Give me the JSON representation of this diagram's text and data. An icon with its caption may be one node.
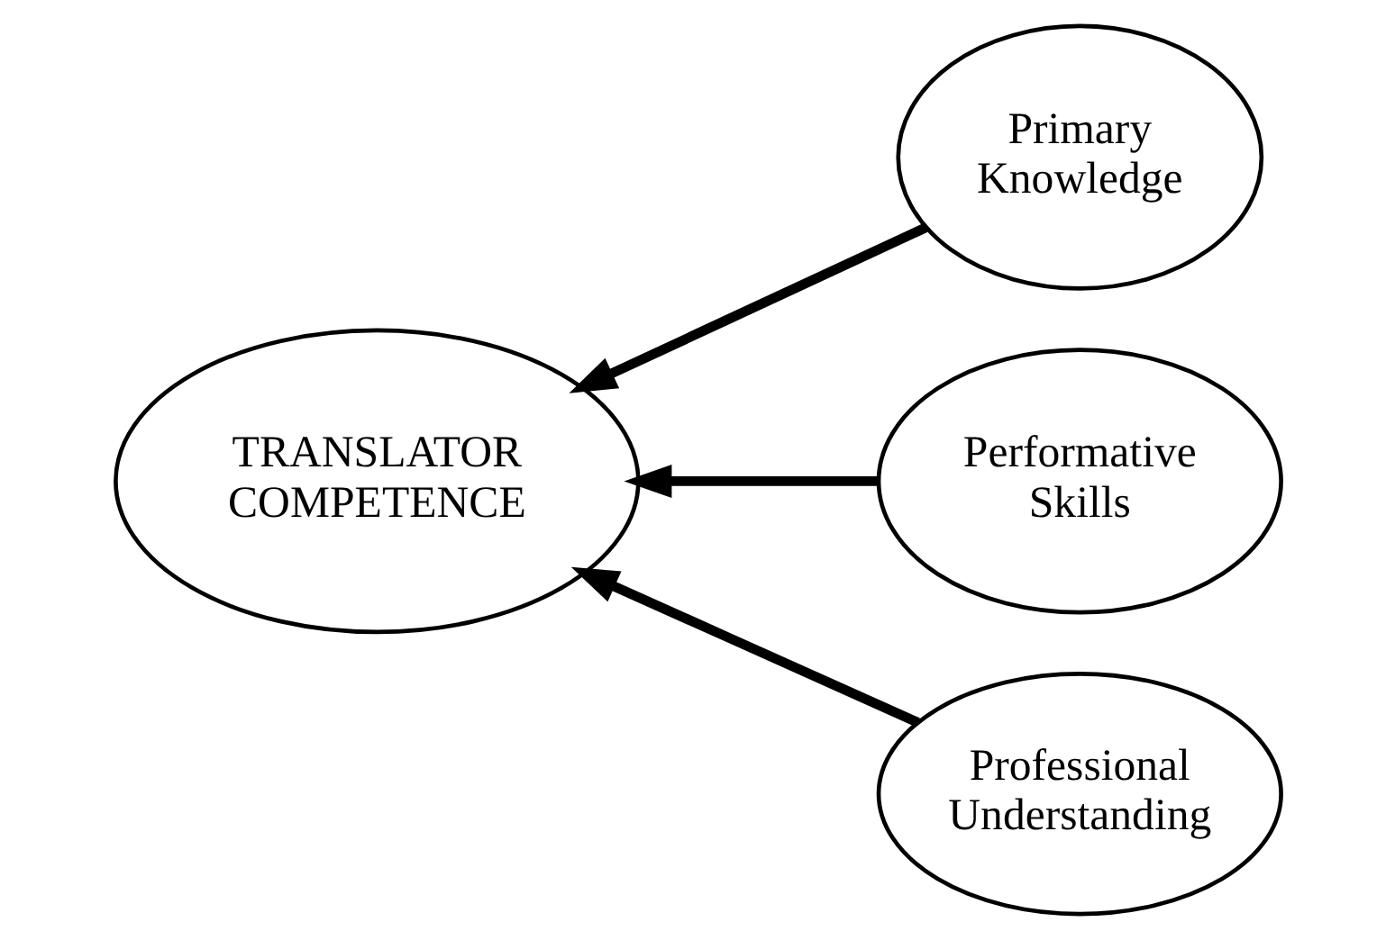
{
  "diagram": {
    "nodes": [
      {
        "text": [
          "TRANSLATOR COMPETENCE"
        ]
      },
      {
        "text": [
          "Primary Knowledge"
        ]
      },
      {
        "text": [
          "Performative Skills"
        ]
      },
      {
        "text": [
          "Professional Understanding"
        ]
      }
    ],
    "edges": [
      {
        "from": 1,
        "to": 0,
        "arrow": "to"
      },
      {
        "from": 2,
        "to": 0,
        "arrow": "to"
      },
      {
        "from": 3,
        "to": 0,
        "arrow": "to"
      }
    ]
  }
}
